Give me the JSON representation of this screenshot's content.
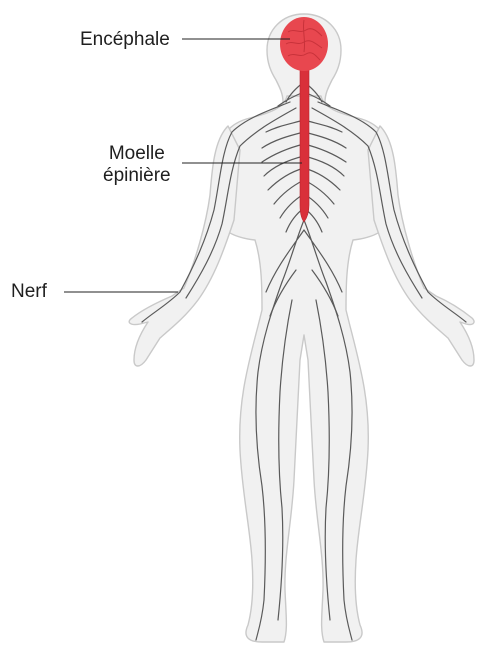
{
  "labels": {
    "brain": "Encéphale",
    "spinal_cord_line1": "Moelle",
    "spinal_cord_line2": "épinière",
    "nerve": "Nerf"
  },
  "colors": {
    "background": "#ffffff",
    "body_fill": "#f1f1f1",
    "body_outline": "#c9c9c9",
    "brain": "#e8474f",
    "spinal_cord": "#d9303a",
    "nerve": "#5a5a5a",
    "leader_line": "#222222",
    "text": "#1f1f1f"
  }
}
